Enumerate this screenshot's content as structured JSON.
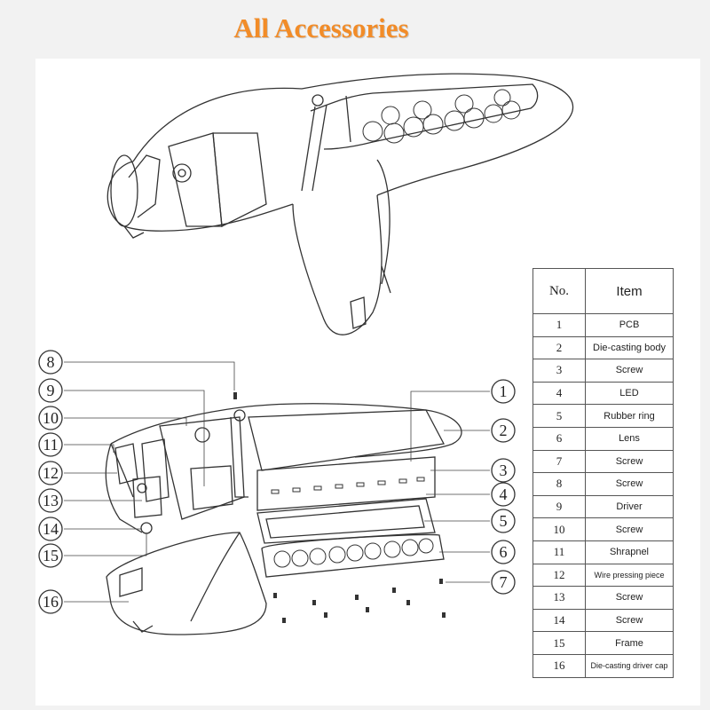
{
  "title": "All Accessories",
  "table": {
    "headers": [
      "No.",
      "Item"
    ],
    "rows": [
      {
        "no": "1",
        "item": "PCB"
      },
      {
        "no": "2",
        "item": "Die-casting body"
      },
      {
        "no": "3",
        "item": "Screw"
      },
      {
        "no": "4",
        "item": "LED"
      },
      {
        "no": "5",
        "item": "Rubber ring"
      },
      {
        "no": "6",
        "item": "Lens"
      },
      {
        "no": "7",
        "item": "Screw"
      },
      {
        "no": "8",
        "item": "Screw"
      },
      {
        "no": "9",
        "item": "Driver"
      },
      {
        "no": "10",
        "item": "Screw"
      },
      {
        "no": "11",
        "item": "Shrapnel"
      },
      {
        "no": "12",
        "item": "Wire pressing piece"
      },
      {
        "no": "13",
        "item": "Screw"
      },
      {
        "no": "14",
        "item": "Screw"
      },
      {
        "no": "15",
        "item": "Frame"
      },
      {
        "no": "16",
        "item": "Die-casting driver cap"
      }
    ]
  },
  "callouts": {
    "c1": "1",
    "c2": "2",
    "c3": "3",
    "c4": "4",
    "c5": "5",
    "c6": "6",
    "c7": "7",
    "c8": "8",
    "c9": "9",
    "c10": "10",
    "c11": "11",
    "c12": "12",
    "c13": "13",
    "c14": "14",
    "c15": "15",
    "c16": "16"
  }
}
